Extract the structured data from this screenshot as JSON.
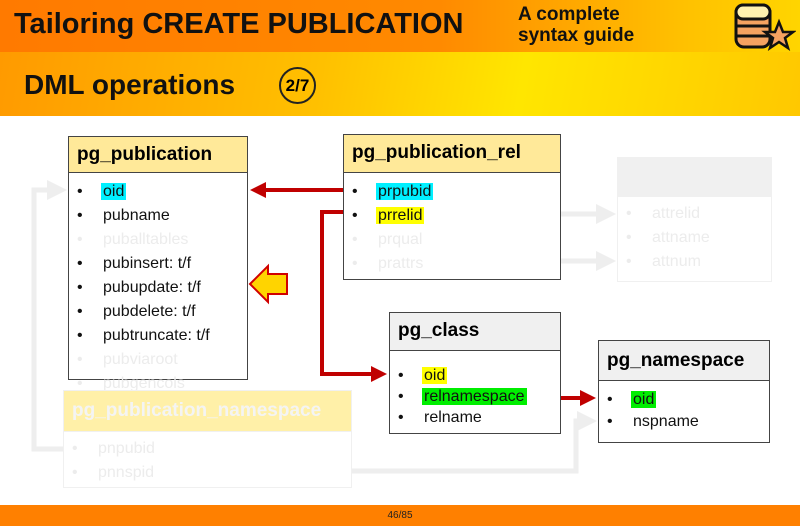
{
  "header": {
    "title": "Tailoring CREATE PUBLICATION",
    "subtitle_line1": "A complete",
    "subtitle_line2": "syntax guide",
    "section": "DML operations",
    "section_counter": "2/7"
  },
  "footer": {
    "page": "46/85"
  },
  "tables": {
    "pg_publication": {
      "title": "pg_publication",
      "items": [
        "oid",
        "pubname",
        "puballtables",
        "pubinsert: t/f",
        "pubupdate: t/f",
        "pubdelete: t/f",
        "pubtruncate: t/f",
        "pubviaroot",
        "pubgencols"
      ]
    },
    "pg_publication_rel": {
      "title": "pg_publication_rel",
      "items": [
        "prpubid",
        "prrelid",
        "prqual",
        "prattrs"
      ]
    },
    "pg_attribute": {
      "items": [
        "attrelid",
        "attname",
        "attnum"
      ]
    },
    "pg_class": {
      "title": "pg_class",
      "items": [
        "oid",
        "relnamespace",
        "relname"
      ]
    },
    "pg_namespace": {
      "title": "pg_namespace",
      "items": [
        "oid",
        "nspname"
      ]
    },
    "pg_publication_namespace": {
      "title": "pg_publication_namespace",
      "items": [
        "pnpubid",
        "pnnspid"
      ]
    }
  },
  "colors": {
    "arrow": "#c00000",
    "header_yellow": "#ffe999",
    "highlight_cyan": "#00f0ff",
    "highlight_yellow": "#ffff00",
    "highlight_green": "#00ee00"
  }
}
